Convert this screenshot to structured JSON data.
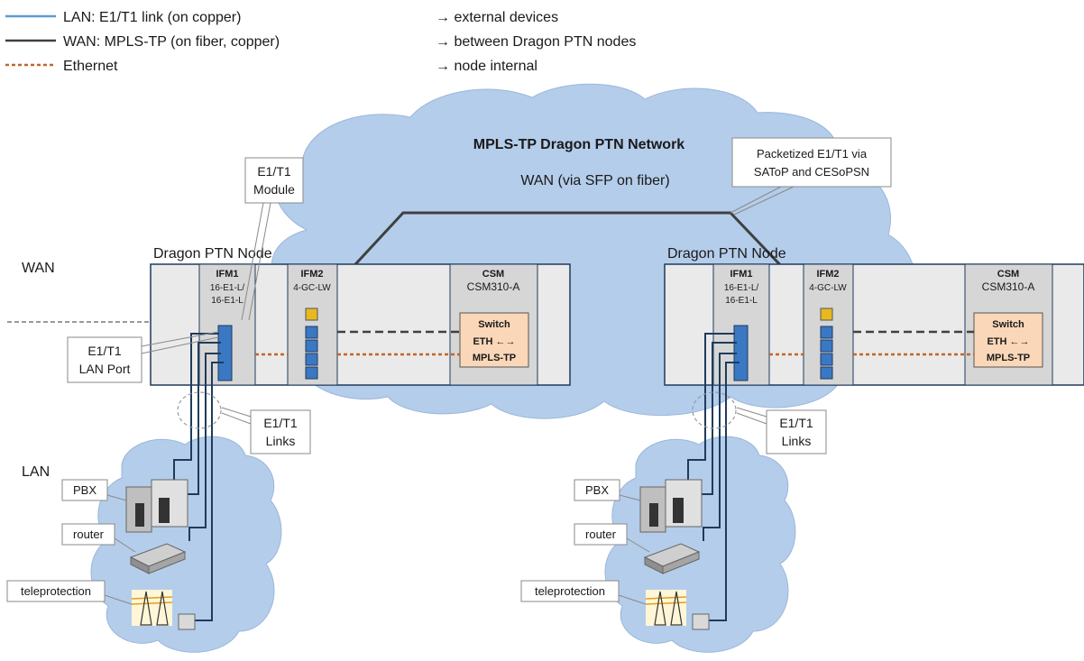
{
  "legend": [
    {
      "label": "LAN: E1/T1  link (on copper)",
      "meaning": "→ external devices",
      "color": "#5b9bd5",
      "style": "solid"
    },
    {
      "label": "WAN: MPLS-TP (on fiber, copper)",
      "meaning": "→ between Dragon PTN nodes",
      "color": "#404040",
      "style": "solid"
    },
    {
      "label": "Ethernet",
      "meaning": "→ node internal",
      "color": "#c0672a",
      "style": "dashed"
    }
  ],
  "zones": {
    "wan": "WAN",
    "lan": "LAN"
  },
  "cloud": {
    "title": "MPLS-TP Dragon PTN Network",
    "subtitle": "WAN (via SFP on fiber)",
    "color": "#b4cdea"
  },
  "callouts": {
    "module": [
      "E1/T1",
      "Module"
    ],
    "lan_port": [
      "E1/T1",
      "LAN Port"
    ],
    "links_left": [
      "E1/T1",
      "Links"
    ],
    "links_right": [
      "E1/T1",
      "Links"
    ],
    "packetized": [
      "Packetized E1/T1 via",
      "SAToP and CESoPSN"
    ]
  },
  "nodes": [
    {
      "title": "Dragon PTN Node",
      "ifm1": {
        "name": "IFM1",
        "line1": "16-E1-L/",
        "line2": "16-E1-L"
      },
      "ifm2": {
        "name": "IFM2",
        "line1": "4-GC-LW"
      },
      "csm": {
        "name": "CSM",
        "model": "CSM310-A"
      },
      "switch": {
        "line1": "Switch",
        "line2": "ETH ←→",
        "line3": "MPLS-TP"
      },
      "devices": [
        "PBX",
        "router",
        "teleprotection"
      ]
    },
    {
      "title": "Dragon PTN Node",
      "ifm1": {
        "name": "IFM1",
        "line1": "16-E1-L/",
        "line2": "16-E1-L"
      },
      "ifm2": {
        "name": "IFM2",
        "line1": "4-GC-LW"
      },
      "csm": {
        "name": "CSM",
        "model": "CSM310-A"
      },
      "switch": {
        "line1": "Switch",
        "line2": "ETH ←→",
        "line3": "MPLS-TP"
      },
      "devices": [
        "PBX",
        "router",
        "teleprotection"
      ]
    }
  ],
  "colors": {
    "chassis_fill": "#eaeaea",
    "chassis_border": "#1f3b5c",
    "module_fill": "#d6d6d6",
    "switch_fill": "#fad7b8",
    "port_blue": "#3b78c3",
    "port_sfp": "#e8b820"
  }
}
